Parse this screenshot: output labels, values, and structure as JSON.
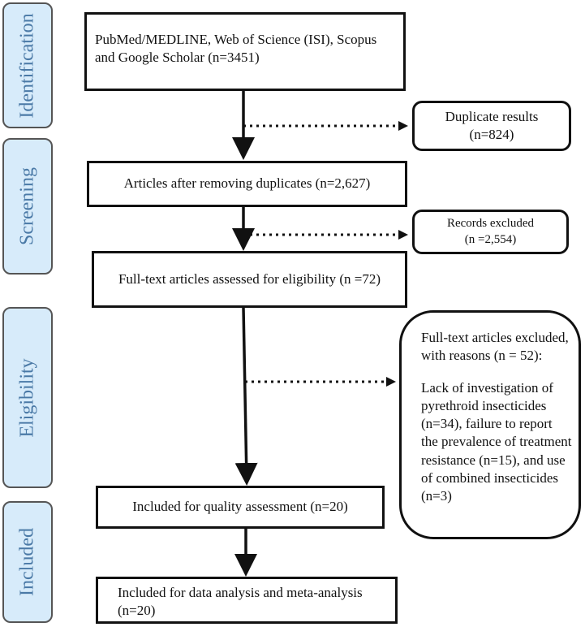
{
  "phases": {
    "identification": "Identification",
    "screening": "Screening",
    "eligibility": "Eligibility",
    "included": "Included"
  },
  "boxes": {
    "search": "PubMed/MEDLINE, Web of Science (ISI), Scopus and Google Scholar (n=3451)",
    "duplicates_title": "Duplicate results",
    "duplicates_count": "(n=824)",
    "after_duplicates": "Articles after removing duplicates (n=2,627)",
    "records_excluded_title": "Records excluded",
    "records_excluded_count": "(n =2,554)",
    "fulltext_assessed": "Full-text articles assessed for eligibility (n =72)",
    "fulltext_excluded_head": "Full-text articles excluded, with reasons (n = 52):",
    "fulltext_excluded_reasons": "Lack of investigation of pyrethroid insecticides (n=34), failure to report the prevalence of treatment resistance (n=15), and use of combined insecticides (n=3)",
    "quality_assessment": "Included for quality assessment (n=20)",
    "meta_analysis": "Included for data analysis and meta-analysis (n=20)"
  }
}
